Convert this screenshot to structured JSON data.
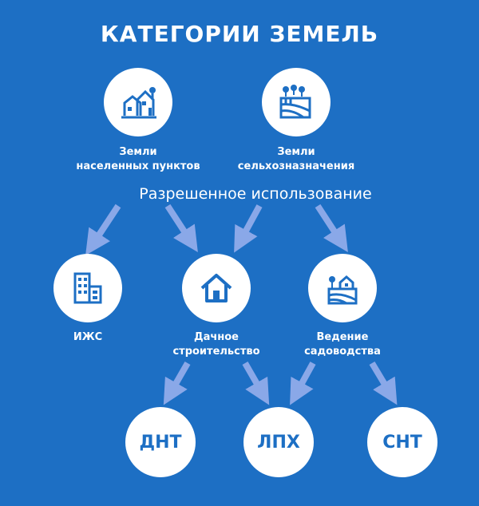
{
  "title": "КАТЕГОРИИ ЗЕМЕЛЬ",
  "subtitle": "Разрешенное использование",
  "colors": {
    "background": "#1d6fc4",
    "node_fill": "#ffffff",
    "icon": "#1d6fc4",
    "arrow": "#8aa8e8"
  },
  "categories": [
    {
      "line1": "Земли",
      "line2": "населенных пунктов",
      "icon": "village-icon"
    },
    {
      "line1": "Земли",
      "line2": "сельхозназначения",
      "icon": "farmland-icon"
    }
  ],
  "uses": [
    {
      "line1": "ИЖС",
      "line2": "",
      "icon": "apartment-building-icon"
    },
    {
      "line1": "Дачное",
      "line2": "строительство",
      "icon": "house-icon"
    },
    {
      "line1": "Ведение",
      "line2": "садоводства",
      "icon": "garden-plot-icon"
    }
  ],
  "types": [
    {
      "label": "ДНТ"
    },
    {
      "label": "ЛПХ"
    },
    {
      "label": "СНТ"
    }
  ]
}
